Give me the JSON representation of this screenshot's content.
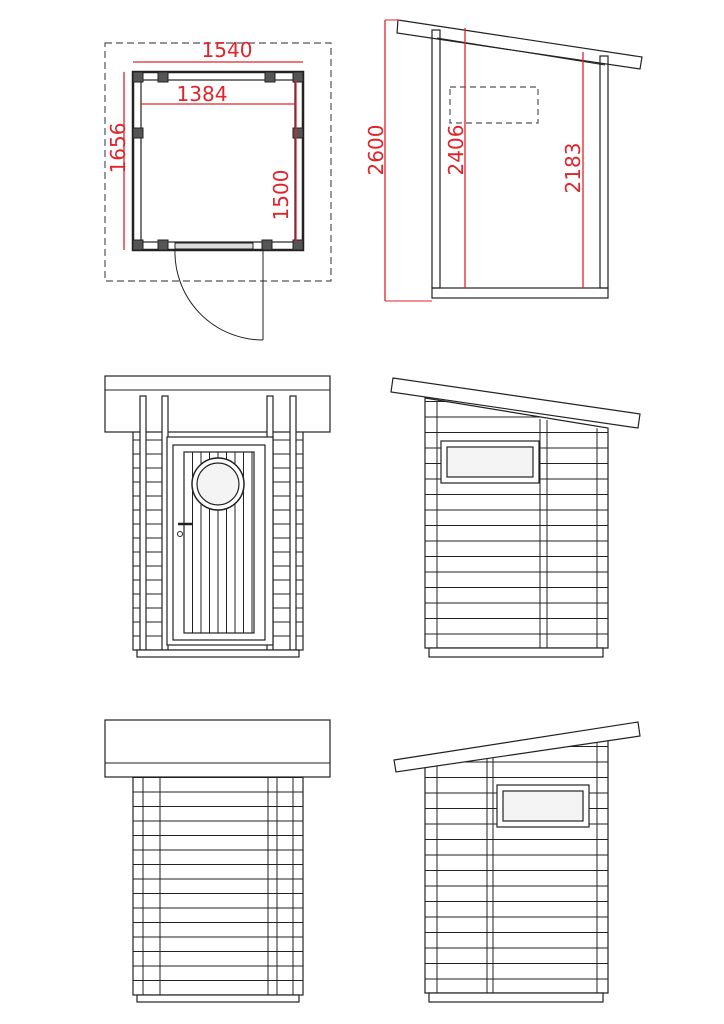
{
  "colors": {
    "line": "#222222",
    "dimension": "#e0242b",
    "dashed": "#555555"
  },
  "plan": {
    "dim_outer_width": "1540",
    "dim_inner_width": "1384",
    "dim_outer_depth": "1656",
    "dim_inner_depth": "1500"
  },
  "section": {
    "dim_total_height": "2600",
    "dim_front_height": "2406",
    "dim_rear_height": "2183"
  }
}
